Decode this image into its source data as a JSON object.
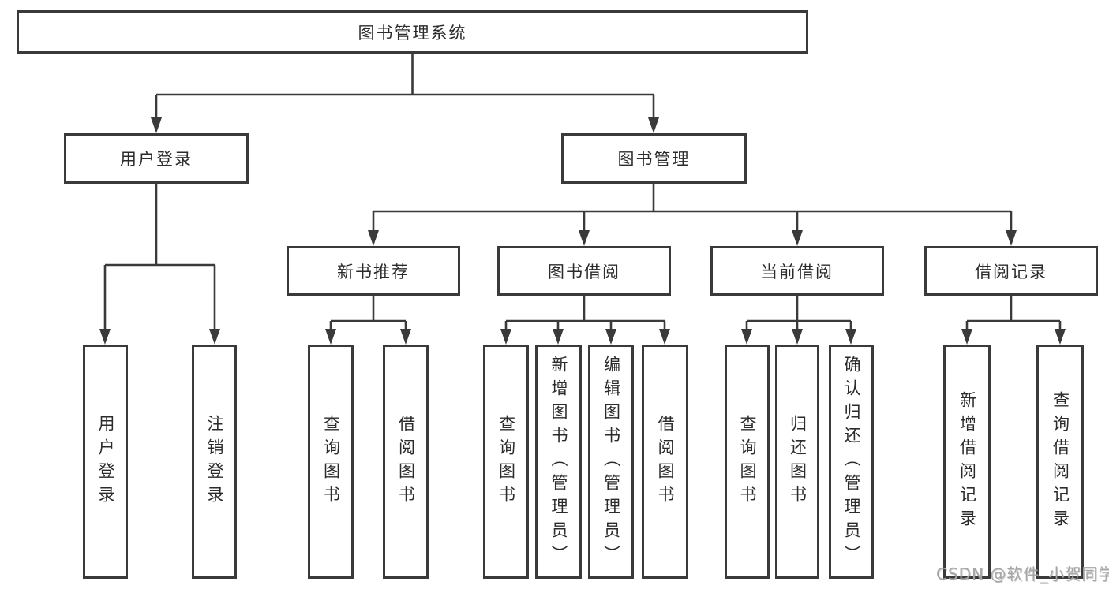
{
  "root": {
    "label": "图书管理系统"
  },
  "level2": {
    "user_login": "用户登录",
    "book_mgmt": "图书管理"
  },
  "level3": {
    "new_books": "新书推荐",
    "book_borrow": "图书借阅",
    "current_borrow": "当前借阅",
    "borrow_records": "借阅记录"
  },
  "leaves": {
    "user_login": [
      "用户登录",
      "注销登录"
    ],
    "new_books": [
      "查询图书",
      "借阅图书"
    ],
    "book_borrow": [
      "查询图书",
      "新增图书（管理员）",
      "编辑图书（管理员）",
      "借阅图书"
    ],
    "current_borrow": [
      "查询图书",
      "归还图书",
      "确认归还（管理员）"
    ],
    "borrow_records": [
      "新增借阅记录",
      "查询借阅记录"
    ]
  },
  "watermark": "CSDN @软件_小贺同学",
  "colors": {
    "line": "#3a3a3a",
    "text": "#2b2b2b",
    "watermark": "#a6a6a6",
    "background": "#ffffff"
  }
}
